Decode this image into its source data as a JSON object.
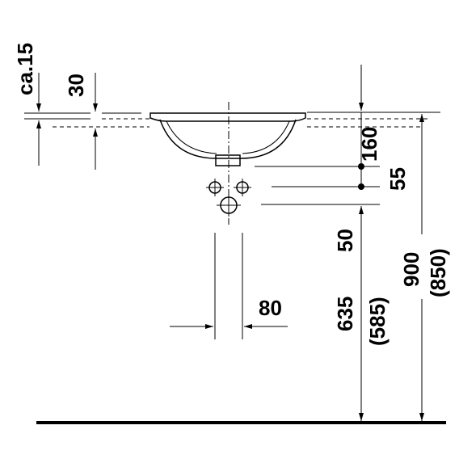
{
  "dimensions": {
    "rim_thickness": "ca.15",
    "rim_offset": "30",
    "basin_depth": "160",
    "drain_to_waste": "55",
    "waste_offset": "50",
    "pipe_spacing": "80",
    "waste_height": "635",
    "waste_height_alt": "(585)",
    "rim_height": "900",
    "rim_height_alt": "(850)"
  }
}
